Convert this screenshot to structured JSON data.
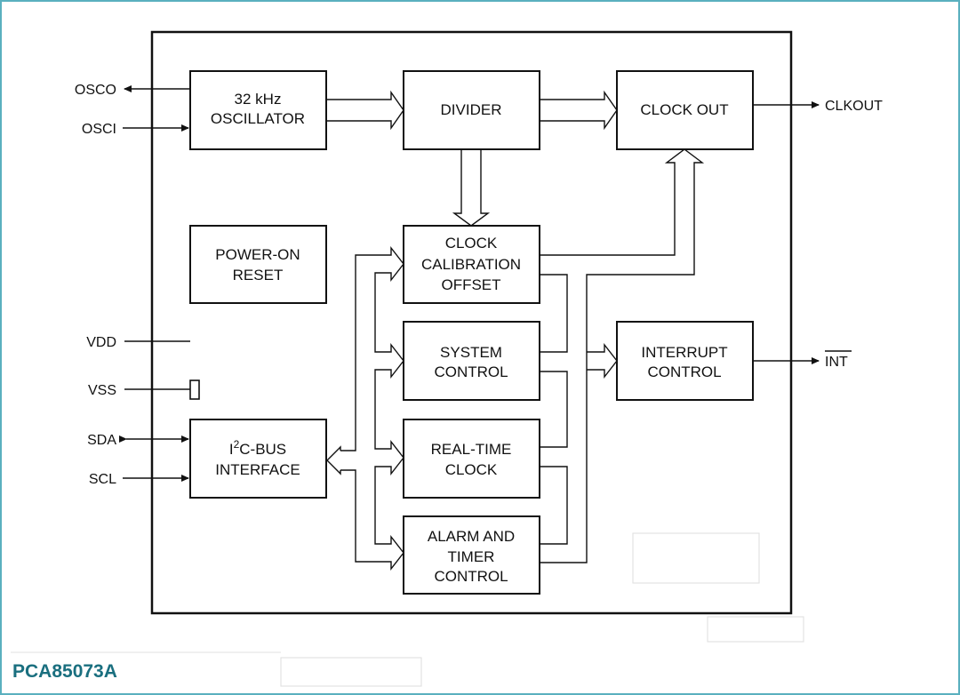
{
  "title": "PCA85073A",
  "blocks": {
    "oscillator": [
      "32 kHz",
      "OSCILLATOR"
    ],
    "divider": [
      "DIVIDER"
    ],
    "clock_out": [
      "CLOCK OUT"
    ],
    "power_on_reset": [
      "POWER-ON",
      "RESET"
    ],
    "clock_calibration": [
      "CLOCK",
      "CALIBRATION",
      "OFFSET"
    ],
    "system_control": [
      "SYSTEM",
      "CONTROL"
    ],
    "interrupt_control": [
      "INTERRUPT",
      "CONTROL"
    ],
    "i2c_bus": [
      "I",
      "2",
      "C-BUS",
      "INTERFACE"
    ],
    "real_time_clock": [
      "REAL-TIME",
      "CLOCK"
    ],
    "alarm_timer": [
      "ALARM AND",
      "TIMER",
      "CONTROL"
    ]
  },
  "pins": {
    "osco": "OSCO",
    "osci": "OSCI",
    "vdd": "VDD",
    "vss": "VSS",
    "sda": "SDA",
    "scl": "SCL",
    "clkout": "CLKOUT",
    "int": "INT"
  }
}
